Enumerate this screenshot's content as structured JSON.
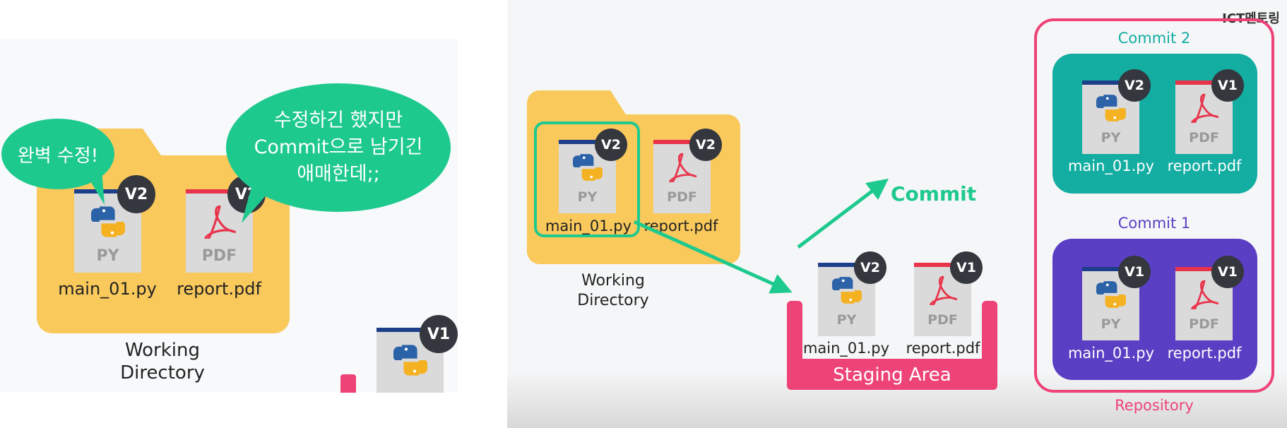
{
  "left_panel": {
    "bubble_1": "완벽 수정!",
    "bubble_2_line1": "수정하긴 했지만",
    "bubble_2_line2": "Commit으로 남기긴",
    "bubble_2_line3": "애매한데;;",
    "files": [
      {
        "name": "main_01.py",
        "ext": "PY",
        "version": "V2"
      },
      {
        "name": "report.pdf",
        "ext": "PDF",
        "version": "V2"
      }
    ],
    "partial_file_version": "V1",
    "working_dir_line1": "Working",
    "working_dir_line2": "Directory"
  },
  "right_panel": {
    "brand": "ICT멘토링",
    "working_dir": {
      "line1": "Working",
      "line2": "Directory",
      "files": [
        {
          "name": "main_01.py",
          "ext": "PY",
          "version": "V2"
        },
        {
          "name": "report.pdf",
          "ext": "PDF",
          "version": "V2"
        }
      ]
    },
    "staging": {
      "label": "Staging Area",
      "files": [
        {
          "name": "main_01.py",
          "ext": "PY",
          "version": "V2"
        },
        {
          "name": "report.pdf",
          "ext": "PDF",
          "version": "V1"
        }
      ]
    },
    "commit_arrow_label": "Commit",
    "repository": {
      "label": "Repository",
      "commits": [
        {
          "title": "Commit 2",
          "color": "#13ada2",
          "files": [
            {
              "name": "main_01.py",
              "ext": "PY",
              "version": "V2"
            },
            {
              "name": "report.pdf",
              "ext": "PDF",
              "version": "V1"
            }
          ]
        },
        {
          "title": "Commit 1",
          "color": "#5a3fc4",
          "files": [
            {
              "name": "main_01.py",
              "ext": "PY",
              "version": "V1"
            },
            {
              "name": "report.pdf",
              "ext": "PDF",
              "version": "V1"
            }
          ]
        }
      ]
    }
  },
  "colors": {
    "folder": "#f9c95c",
    "green": "#1ec98e",
    "pink": "#ee4377",
    "teal": "#13ada2",
    "purple": "#5a3fc4",
    "py_bar": "#1d3f8a",
    "pdf_bar": "#e8334a"
  }
}
